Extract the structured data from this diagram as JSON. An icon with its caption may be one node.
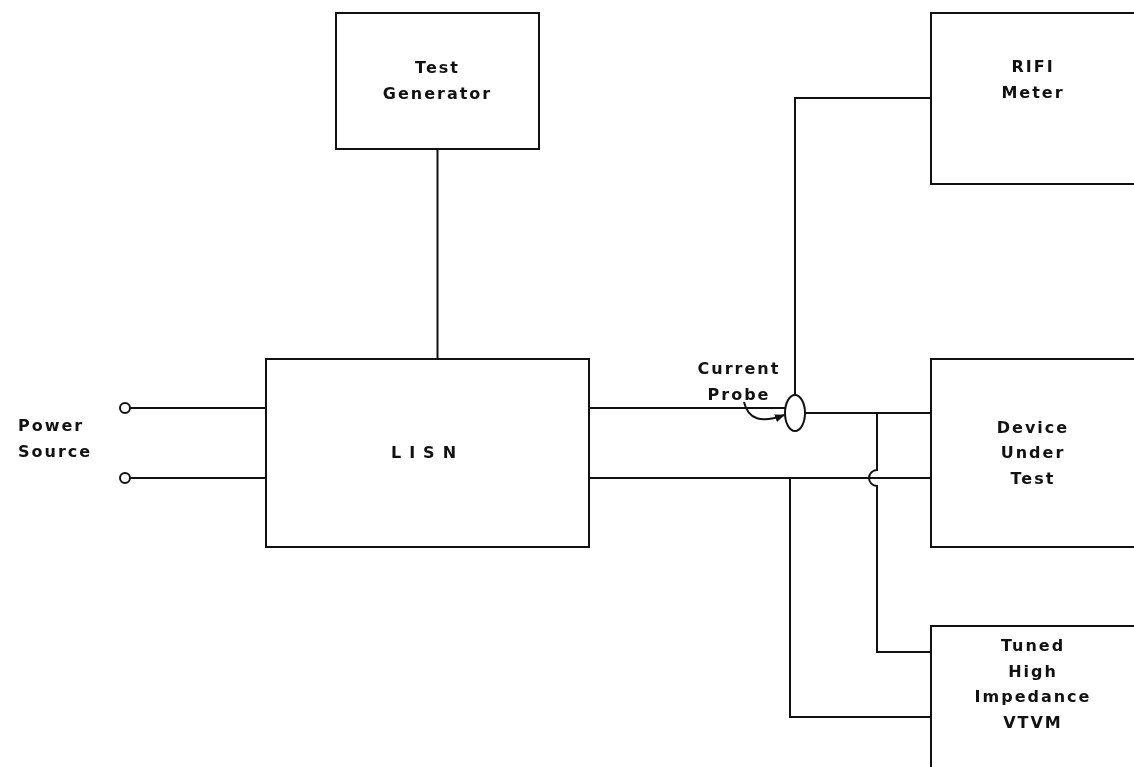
{
  "diagram": {
    "nodes": [
      {
        "text": [
          "Test Generator"
        ]
      },
      {
        "text": [
          "RIFI Meter"
        ]
      },
      {
        "text": [
          "LISN"
        ]
      },
      {
        "text": [
          "Device Under Test"
        ]
      },
      {
        "text": [
          "Tuned High Impedance VTVM"
        ]
      },
      {
        "text": [],
        "shape": "circle"
      },
      {
        "text": [],
        "shape": "circle"
      },
      {
        "text": [
          "Current Probe"
        ]
      },
      {
        "text": [],
        "shape": "circle"
      }
    ],
    "edges": [
      {
        "from": 0,
        "to": 2,
        "arrow": "none"
      },
      {
        "from": 5,
        "to": 2,
        "arrow": "none"
      },
      {
        "from": 6,
        "to": 2,
        "arrow": "none"
      },
      {
        "from": 2,
        "to": 8,
        "arrow": "none"
      },
      {
        "from": 8,
        "to": 3,
        "arrow": "none"
      },
      {
        "from": 2,
        "to": 3,
        "arrow": "none"
      },
      {
        "from": 8,
        "to": 1,
        "arrow": "none"
      },
      {
        "from": 8,
        "to": 4,
        "arrow": "none"
      },
      {
        "from": 2,
        "to": 4,
        "arrow": "none"
      },
      {
        "from": 7,
        "to": 8,
        "arrow": "to"
      }
    ],
    "labels": [
      "Power Source"
    ]
  }
}
